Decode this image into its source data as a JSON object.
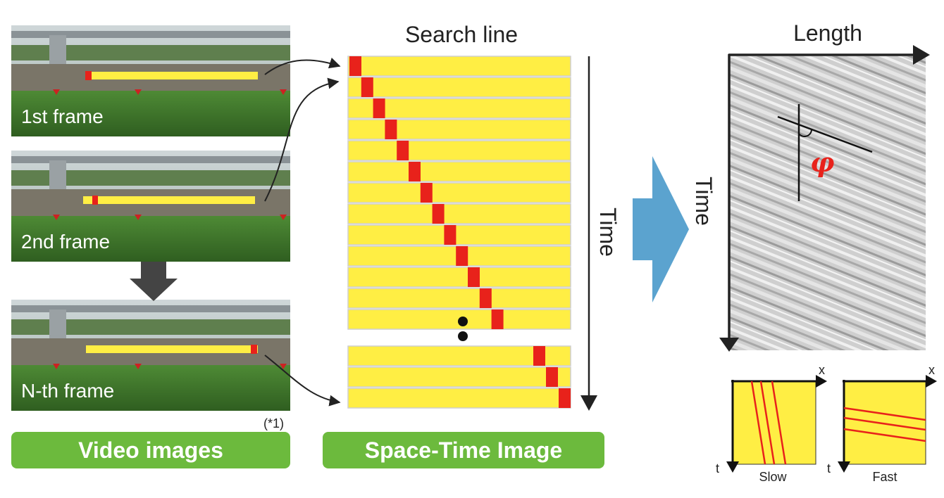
{
  "frames": [
    {
      "label": "1st frame",
      "marker": "left"
    },
    {
      "label": "2nd frame",
      "marker": "second"
    },
    {
      "label": "N-th frame",
      "marker": "right"
    }
  ],
  "footnote": "(*1)",
  "video_badge": "Video images",
  "st_badge": "Space-Time Image",
  "search_line_label": "Search line",
  "time_label": "Time",
  "length_label": "Length",
  "phi_symbol": "φ",
  "ellipsis_rows": 13,
  "tail_rows": 3,
  "mini": {
    "slow_label": "Slow",
    "fast_label": "Fast",
    "x_label": "x",
    "t_label": "t"
  },
  "colors": {
    "yellow": "#ffee44",
    "red": "#e8221b",
    "green": "#6cba3d",
    "arrow_blue": "#5ba3cf"
  }
}
